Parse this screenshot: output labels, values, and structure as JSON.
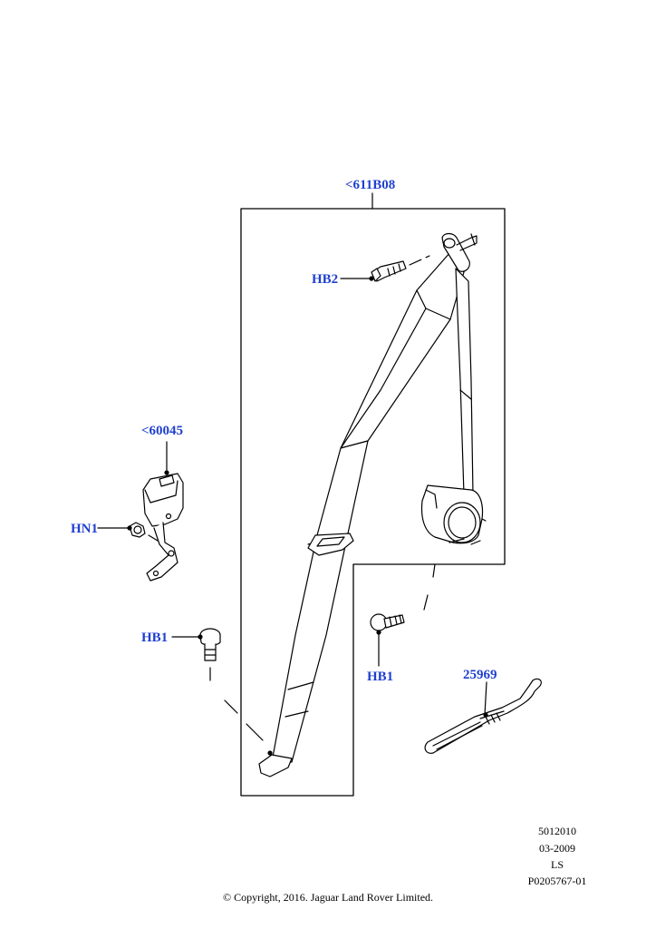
{
  "callouts": {
    "belt_assembly": "<611B08",
    "buckle": "<60045",
    "upper_bolt": "HB2",
    "nut": "HN1",
    "lower_bolt_left": "HB1",
    "lower_bolt_right": "HB1",
    "tool": "25969"
  },
  "footer": {
    "line1": "5012010",
    "line2": "03-2009",
    "line3": "LS",
    "line4": "P0205767-01"
  },
  "copyright": "© Copyright, 2016. Jaguar Land Rover Limited.",
  "colors": {
    "callout": "#1f3fd0",
    "line": "#000000"
  }
}
